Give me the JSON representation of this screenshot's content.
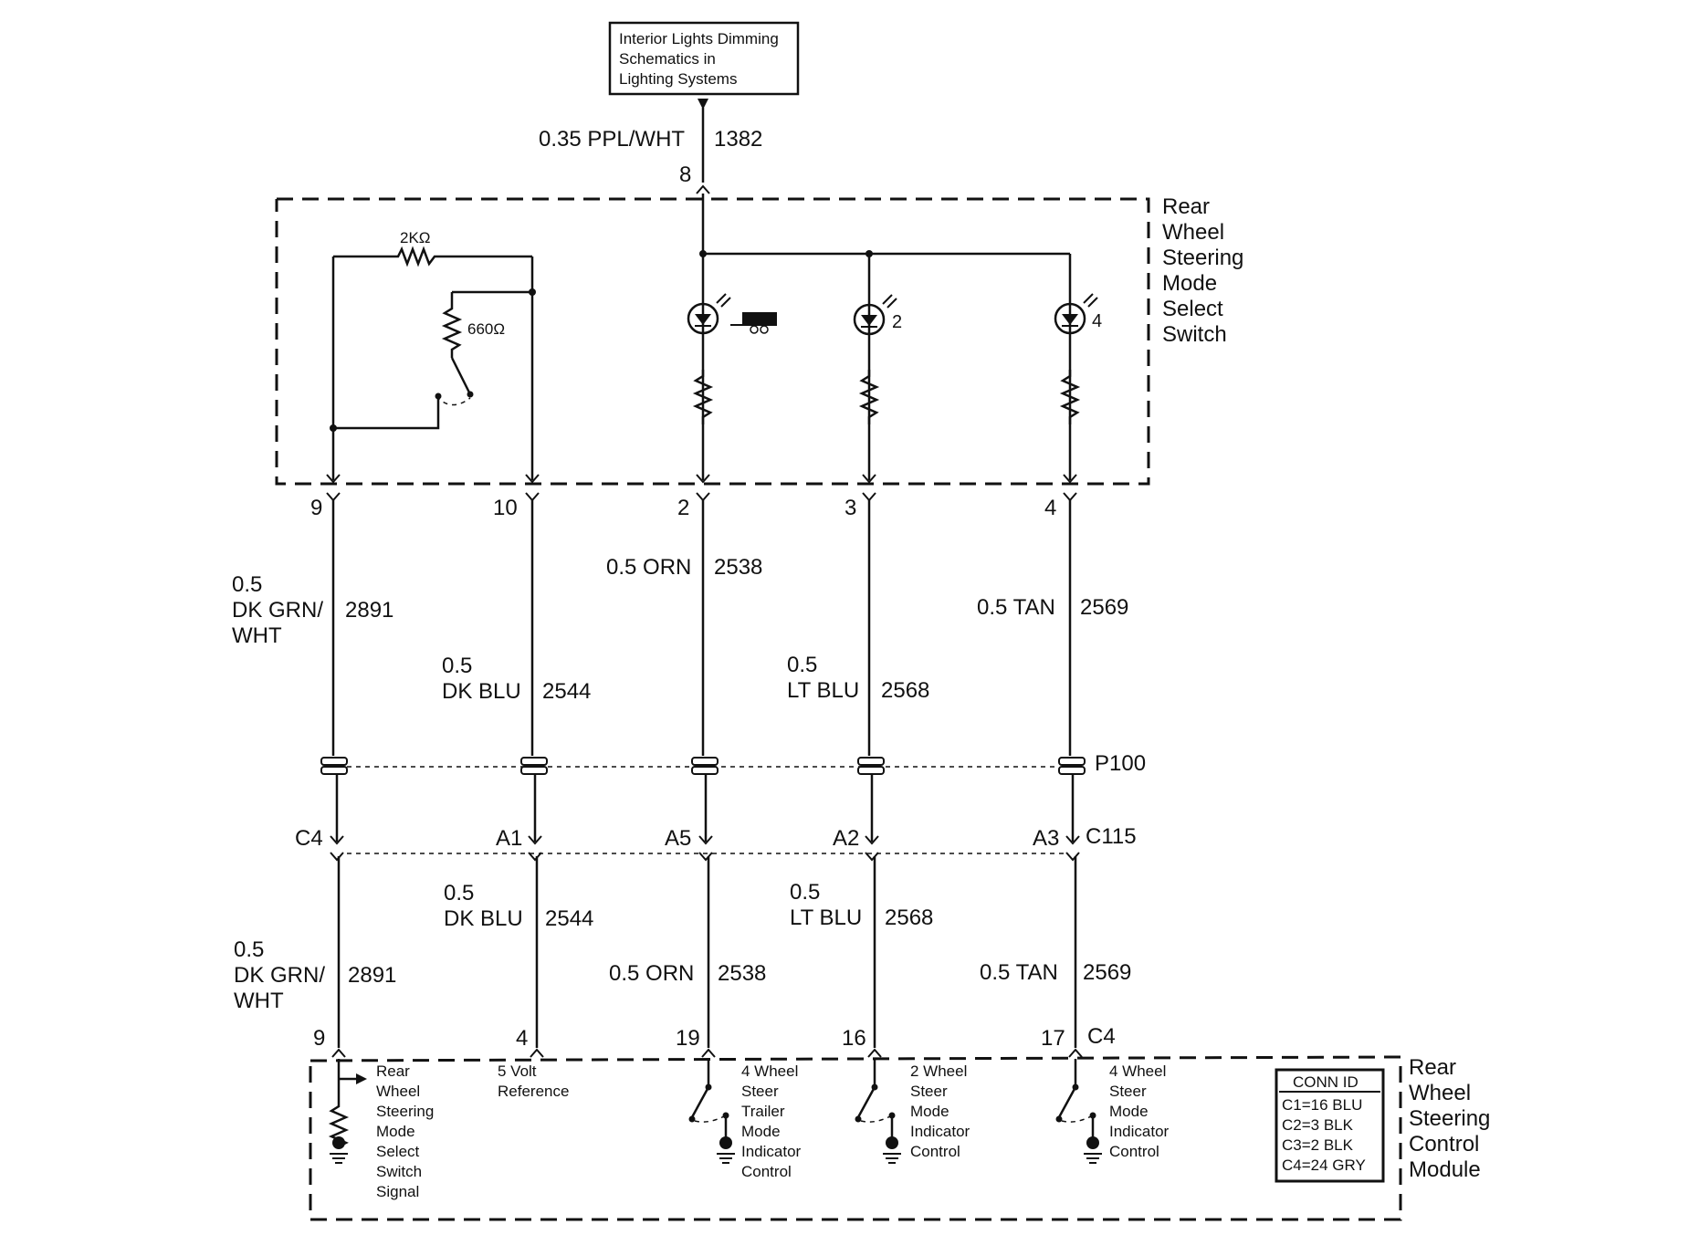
{
  "ref_box": {
    "lines": [
      "Interior Lights Dimming",
      "Schematics in",
      "Lighting Systems"
    ]
  },
  "top_wire": {
    "gauge_color": "0.35 PPL/WHT",
    "circuit": "1382",
    "pin": "8"
  },
  "switch": {
    "title": [
      "Rear",
      "Wheel",
      "Steering",
      "Mode",
      "Select",
      "Switch"
    ],
    "resistor_top": "2KΩ",
    "resistor_mid": "660Ω",
    "led_labels": [
      "2",
      "4"
    ],
    "pins": [
      "9",
      "10",
      "2",
      "3",
      "4"
    ]
  },
  "wires_upper": [
    {
      "gauge": "0.5",
      "color": "DK GRN/",
      "color2": "WHT",
      "circuit": "2891"
    },
    {
      "gauge": "0.5",
      "color": "DK BLU",
      "circuit": "2544"
    },
    {
      "label": "0.5 ORN",
      "circuit": "2538"
    },
    {
      "gauge": "0.5",
      "color": "LT BLU",
      "circuit": "2568"
    },
    {
      "label": "0.5 TAN",
      "circuit": "2569"
    }
  ],
  "splice_label": "P100",
  "connector": {
    "name": "C115",
    "pins": [
      "C4",
      "A1",
      "A5",
      "A2",
      "A3"
    ]
  },
  "wires_lower": [
    {
      "gauge": "0.5",
      "color": "DK GRN/",
      "color2": "WHT",
      "circuit": "2891"
    },
    {
      "gauge": "0.5",
      "color": "DK BLU",
      "circuit": "2544"
    },
    {
      "label": "0.5 ORN",
      "circuit": "2538"
    },
    {
      "gauge": "0.5",
      "color": "LT BLU",
      "circuit": "2568"
    },
    {
      "label": "0.5 TAN",
      "circuit": "2569"
    }
  ],
  "module": {
    "title": [
      "Rear",
      "Wheel",
      "Steering",
      "Control",
      "Module"
    ],
    "pins": [
      "9",
      "4",
      "19",
      "16",
      "17"
    ],
    "pin_connector": "C4",
    "inputs": [
      [
        "Rear",
        "Wheel",
        "Steering",
        "Mode",
        "Select",
        "Switch",
        "Signal"
      ],
      [
        "5 Volt",
        "Reference"
      ],
      [
        "4 Wheel",
        "Steer",
        "Trailer",
        "Mode",
        "Indicator",
        "Control"
      ],
      [
        "2 Wheel",
        "Steer",
        "Mode",
        "Indicator",
        "Control"
      ],
      [
        "4 Wheel",
        "Steer",
        "Mode",
        "Indicator",
        "Control"
      ]
    ],
    "conn_id": {
      "header": "CONN ID",
      "rows": [
        "C1=16 BLU",
        "C2=3 BLK",
        "C3=2 BLK",
        "C4=24 GRY"
      ]
    }
  }
}
